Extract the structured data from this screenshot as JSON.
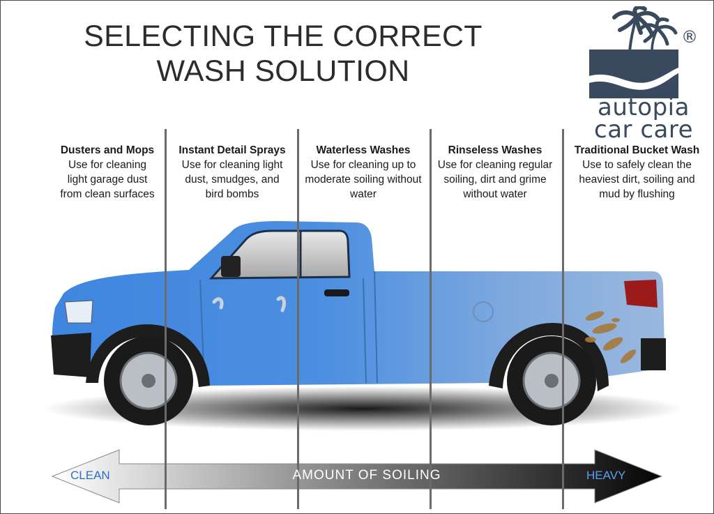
{
  "title": {
    "line1": "SELECTING THE CORRECT",
    "line2": "WASH SOLUTION"
  },
  "logo": {
    "line1": "autopia",
    "line2": "car care",
    "registered": "®"
  },
  "columns": [
    {
      "heading": "Dusters and Mops",
      "desc1": "Use for cleaning",
      "desc2": "light garage dust",
      "desc3": "from clean surfaces"
    },
    {
      "heading": "Instant Detail Sprays",
      "desc1": "Use for cleaning light",
      "desc2": "dust, smudges, and",
      "desc3": "bird bombs"
    },
    {
      "heading": "Waterless Washes",
      "desc1": "Use for cleaning up to",
      "desc2": "moderate soiling without",
      "desc3": "water"
    },
    {
      "heading": "Rinseless Washes",
      "desc1": "Use for cleaning regular",
      "desc2": "soiling, dirt and grime",
      "desc3": "without water"
    },
    {
      "heading": "Traditional Bucket Wash",
      "desc1": "Use to safely clean the",
      "desc2": "heaviest dirt, soiling and",
      "desc3": "mud by flushing"
    }
  ],
  "scale": {
    "left": "CLEAN",
    "center": "AMOUNT OF SOILING",
    "right": "HEAVY"
  },
  "colors": {
    "truck_body": "#4d8fe0",
    "clean_label": "#2b6fc2",
    "heavy_label": "#5aa0f0",
    "logo": "#3a4a5e",
    "mud": "#a67a3c"
  }
}
